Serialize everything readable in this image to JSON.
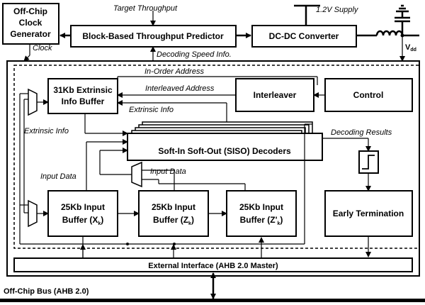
{
  "blocks": {
    "clock_gen": [
      "Off-Chip",
      "Clock",
      "Generator"
    ],
    "predictor": "Block-Based Throughput Predictor",
    "dcdc": "DC-DC Converter",
    "extrinsic_buffer": [
      "31Kb Extrinsic",
      "Info Buffer"
    ],
    "interleaver": "Interleaver",
    "control": "Control",
    "siso": "Soft-In Soft-Out (SISO) Decoders",
    "input_buffer_x": [
      "25Kb Input",
      "Buffer (X",
      "k",
      ")"
    ],
    "input_buffer_z": [
      "25Kb Input",
      "Buffer (Z",
      "k",
      ")"
    ],
    "input_buffer_z2": [
      "25Kb Input",
      "Buffer (Z'",
      "k",
      ")"
    ],
    "early_termination": "Early Termination",
    "external_interface": "External Interface (AHB 2.0 Master)"
  },
  "labels": {
    "target_throughput": "Target Throughput",
    "supply": "1.2V Supply",
    "clock": "Clock",
    "vdd_main": "V",
    "vdd_sub": "dd",
    "decoding_speed": "Decoding Speed Info.",
    "in_order_address": "In-Order Address",
    "interleaved_address": "Interleaved Address",
    "extrinsic_info_top": "Extrinsic Info",
    "extrinsic_info_left": "Extrinsic Info",
    "decoding_results": "Decoding Results",
    "input_data_left": "Input Data",
    "input_data_mid": "Input Data",
    "offchip_bus": "Off-Chip Bus (AHB 2.0)"
  }
}
